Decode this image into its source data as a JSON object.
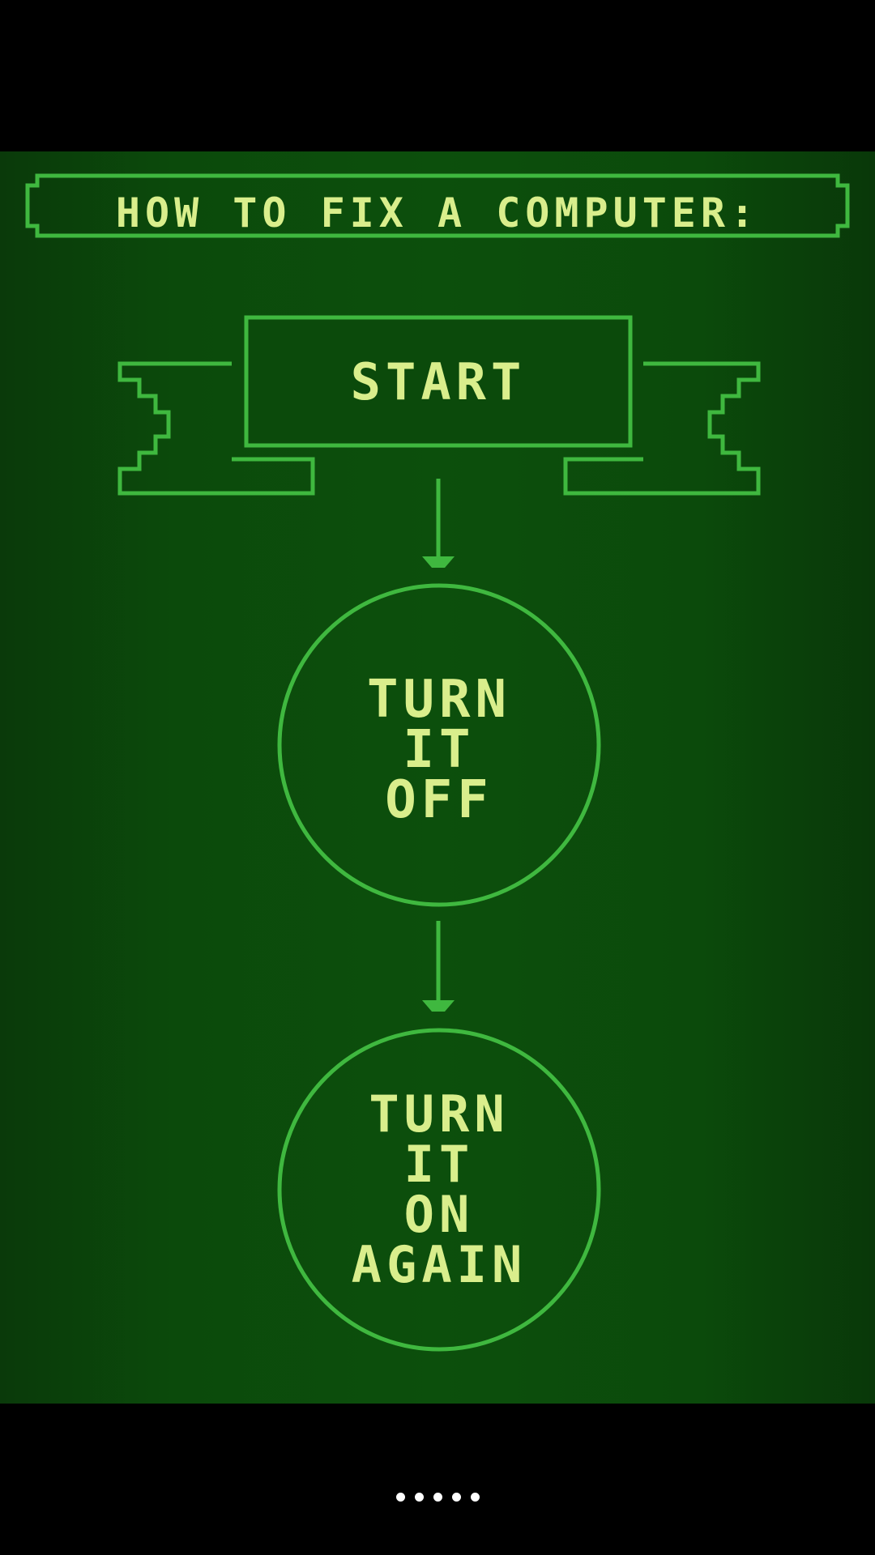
{
  "flowchart": {
    "title": "HOW TO FIX A COMPUTER:",
    "start_label": "START",
    "step1": {
      "line1": "TURN",
      "line2": "IT",
      "line3": "OFF"
    },
    "step2": {
      "line1": "TURN",
      "line2": "IT",
      "line3": "ON",
      "line4": "AGAIN"
    }
  },
  "pager": {
    "page_count": 5
  },
  "colors": {
    "background": "#0b4a0b",
    "line": "#3fb83f",
    "text": "#d9ee8c",
    "letterbox": "#000000"
  }
}
